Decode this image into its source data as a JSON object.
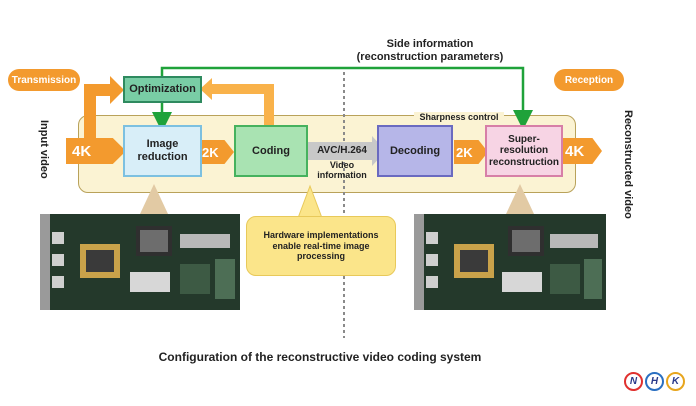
{
  "side_info": {
    "line1": "Side information",
    "line2": "(reconstruction parameters)"
  },
  "transmission_label": "Transmission",
  "reception_label": "Reception",
  "sharpness_label": "Sharpness control",
  "input_label": "Input video",
  "output_label": "Reconstructed video",
  "resolutions": {
    "in_4k": "4K",
    "mid_2k": "2K",
    "dec_2k": "2K",
    "out_4k": "4K"
  },
  "blocks": {
    "optimization": "Optimization",
    "image_reduction_1": "Image",
    "image_reduction_2": "reduction",
    "coding": "Coding",
    "decoding": "Decoding",
    "sr_1": "Super-",
    "sr_2": "resolution",
    "sr_3": "reconstruction"
  },
  "codec": {
    "name": "AVC/H.264",
    "info1": "Video",
    "info2": "information"
  },
  "callout": {
    "line1": "Hardware implementations",
    "line2": "enable real-time image",
    "line3": "processing"
  },
  "caption": "Configuration of the reconstructive video coding system",
  "logo": {
    "letters": [
      "N",
      "H",
      "K"
    ],
    "colors": [
      "#e0312f",
      "#2a6fc1",
      "#e7a51d"
    ]
  },
  "colors": {
    "orange": "#f39a2e",
    "green": "#1fa23a",
    "panel_bg": "#fbf3d3"
  }
}
